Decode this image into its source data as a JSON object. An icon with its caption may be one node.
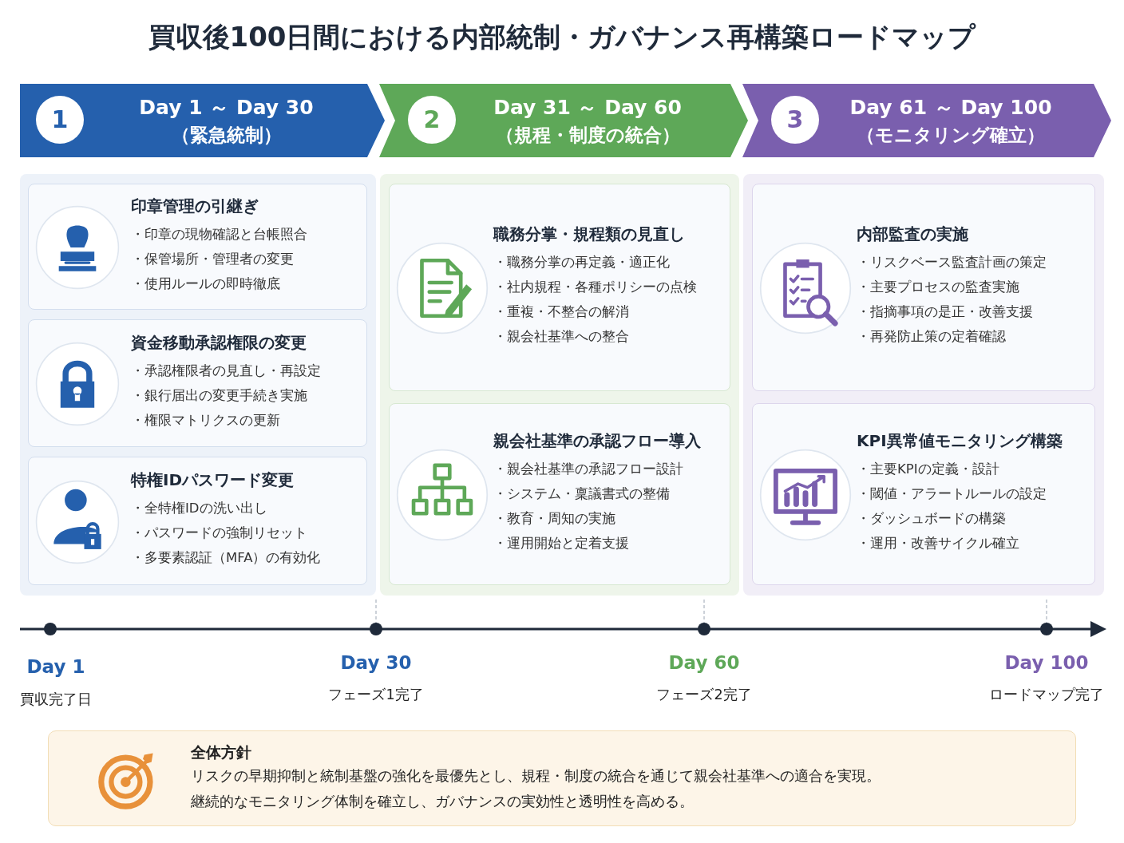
{
  "diagram": {
    "title": "買収後100日間における内部統制・ガバナンス再構築ロードマップ",
    "nodes": [
      {
        "text": [
          "1",
          "Day 1 ～ Day 30",
          "（緊急統制）"
        ]
      },
      {
        "text": [
          "2",
          "Day 31 ～ Day 60",
          "（規程・制度の統合）"
        ]
      },
      {
        "text": [
          "3",
          "Day 61 ～ Day 100",
          "（モニタリング確立）"
        ]
      },
      {
        "text": [],
        "shape": "box"
      },
      {
        "text": [
          "印章管理の引継ぎ",
          "・印章の現物確認と台帳照合",
          "・保管場所・管理者の変更",
          "・使用ルールの即時徹底"
        ],
        "in": 3
      },
      {
        "text": [
          "資金移動承認権限の変更",
          "・承認権限者の見直し・再設定",
          "・銀行届出の変更手続き実施",
          "・権限マトリクスの更新"
        ],
        "in": 3
      },
      {
        "text": [
          "特権IDパスワード変更",
          "・全特権IDの洗い出し",
          "・パスワードの強制リセット",
          "・多要素認証（MFA）の有効化"
        ],
        "in": 3
      },
      {
        "text": [],
        "shape": "box"
      },
      {
        "text": [
          "職務分掌・規程類の見直し",
          "・職務分掌の再定義・適正化",
          "・社内規程・各種ポリシーの点検",
          "・重複・不整合の解消",
          "・親会社基準への整合"
        ],
        "in": 7
      },
      {
        "text": [
          "親会社基準の承認フロー導入",
          "・親会社基準の承認フロー設計",
          "・システム・稟議書式の整備",
          "・教育・周知の実施",
          "・運用開始と定着支援"
        ],
        "in": 7
      },
      {
        "text": [],
        "shape": "box"
      },
      {
        "text": [
          "内部監査の実施",
          "・リスクベース監査計画の策定",
          "・主要プロセスの監査実施",
          "・指摘事項の是正・改善支援",
          "・再発防止策の定着確認"
        ],
        "in": 10
      },
      {
        "text": [
          "KPI異常値モニタリング構築",
          "・主要KPIの定義・設計",
          "・閾値・アラートルールの設定",
          "・ダッシュボードの構築",
          "・運用・改善サイクル確立"
        ],
        "in": 10
      },
      {
        "text": [
          "全体方針",
          "リスクの早期抑制と統制基盤の強化を最優先とし、規程・制度の統合を通じて親会社基準への適合を実現。",
          "継続的なモニタリング体制を確立し、ガバナンスの実効性と透明性を高める。"
        ]
      }
    ],
    "labels": [
      "Day 1",
      "買収完了日",
      "Day 30",
      "フェーズ1完了",
      "Day 60",
      "フェーズ2完了",
      "Day 100",
      "ロードマップ完了"
    ]
  }
}
